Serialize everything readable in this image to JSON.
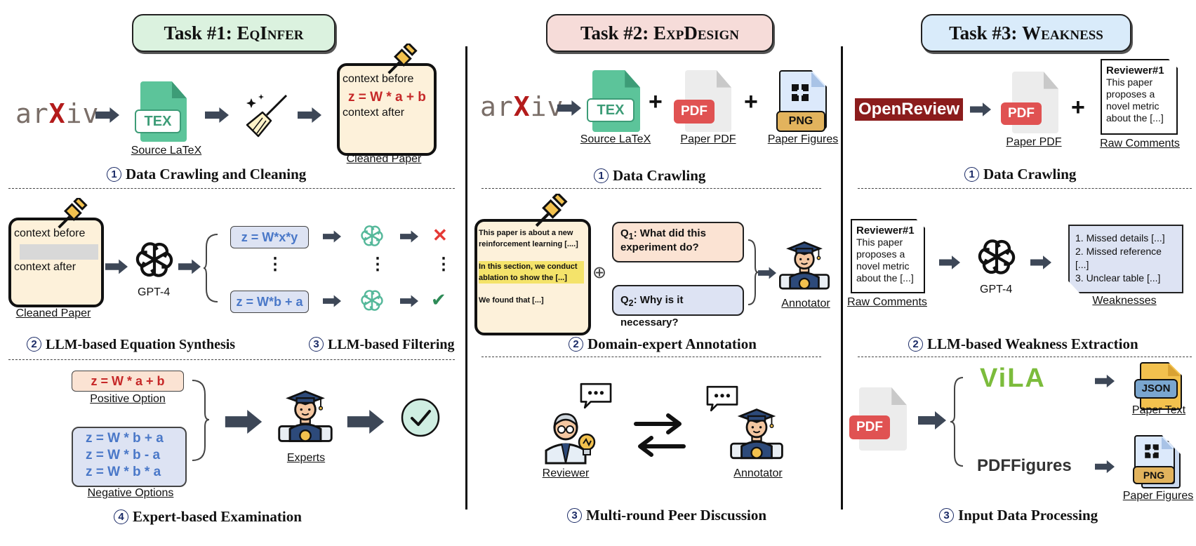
{
  "tasks": {
    "t1": {
      "prefix": "Task #1: ",
      "name": "EqInfer",
      "bg": "#dbf2df"
    },
    "t2": {
      "prefix": "Task #2: ",
      "name": "ExpDesign",
      "bg": "#f6dcd9"
    },
    "t3": {
      "prefix": "Task #3: ",
      "name": "Weakness",
      "bg": "#d9ebfa"
    }
  },
  "circled": {
    "n1": "1",
    "n2": "2",
    "n3": "3",
    "n4": "4"
  },
  "t1": {
    "arxiv_a": "ar",
    "arxiv_x": "X",
    "arxiv_b": "iv",
    "tex_label": "TEX",
    "cap_source": "Source LaTeX",
    "paper_before": "context before",
    "paper_eq": "z = W * a + b",
    "paper_after": "context after",
    "cap_cleaned": "Cleaned Paper",
    "step1": "Data Crawling and Cleaning",
    "p2_before": "context before",
    "p2_after": "context after",
    "cap_cleaned2": "Cleaned Paper",
    "gpt": "GPT-4",
    "eq_a": "z = W*x*y",
    "eq_b": "z = W*b + a",
    "vdots": "⋮",
    "step2": "LLM-based Equation Synthesis",
    "step3": "LLM-based Filtering",
    "pos_eq": "z = W * a + b",
    "cap_pos": "Positive Option",
    "neg1": "z = W * b + a",
    "neg2": "z = W * b - a",
    "neg3": "z = W * b * a",
    "cap_neg": "Negative Options",
    "cap_experts": "Experts",
    "step4": "Expert-based Examination",
    "cross": "✕",
    "check": "✔"
  },
  "t2": {
    "arxiv_a": "ar",
    "arxiv_x": "X",
    "arxiv_b": "iv",
    "tex_label": "TEX",
    "pdf_label": "PDF",
    "png_label": "PNG",
    "plus": "+",
    "cap_source": "Source LaTeX",
    "cap_pdf": "Paper PDF",
    "cap_fig": "Paper Figures",
    "step1": "Data Crawling",
    "paper_l1": "This paper is about a new reinforcement learning [....]",
    "paper_l2": "In this section, we conduct ablation to show the  [...]",
    "paper_l3": "We found that [...]",
    "oplus": "⊕",
    "q1_pre": "Q",
    "q1_sub": "1",
    "q1_text": ": What did this experiment do?",
    "q2_pre": "Q",
    "q2_sub": "2",
    "q2_text": ": Why is it necessary?",
    "cap_annotator": "Annotator",
    "step2": "Domain-expert Annotation",
    "dots": "•••",
    "cap_reviewer": "Reviewer",
    "cap_annotator2": "Annotator",
    "step3": "Multi-round Peer Discussion"
  },
  "t3": {
    "openreview": "OpenReview",
    "pdf_label": "PDF",
    "plus": "+",
    "cap_pdf": "Paper PDF",
    "note_title": "Reviewer#1",
    "note_body": "This paper proposes a novel metric about the [...]",
    "cap_raw": "Raw Comments",
    "step1": "Data Crawling",
    "note2_title": "Reviewer#1",
    "note2_body": "This paper proposes a novel metric about the [...]",
    "cap_raw2": "Raw Comments",
    "gpt": "GPT-4",
    "weak1": "1. Missed details [...]",
    "weak2": "2. Missed reference [...]",
    "weak3": "3. Unclear table [...]",
    "cap_weak": "Weaknesses",
    "step2": "LLM-based Weakness Extraction",
    "pdf_label2": "PDF",
    "vila": "ViLA",
    "json_label": "JSON",
    "cap_text": "Paper Text",
    "pdffigures": "PDFFigures",
    "png_label": "PNG",
    "cap_fig": "Paper Figures",
    "step3": "Input Data Processing"
  },
  "colors": {
    "arrow": "#3d4757",
    "eq_red": "#c62828",
    "eq_blue": "#4a78c8",
    "pdf_red": "#e05252",
    "tex_green": "#5cc49a",
    "openreview": "#8b1c1c"
  }
}
